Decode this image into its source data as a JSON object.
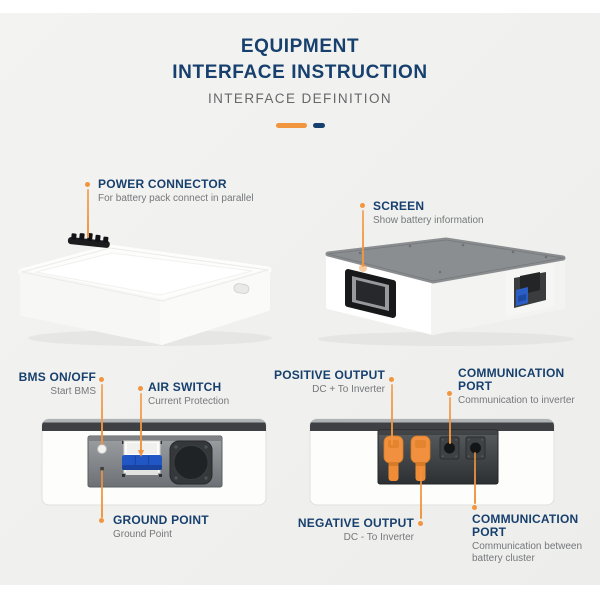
{
  "colors": {
    "navy": "#17406e",
    "orange": "#f2953f",
    "text_gray": "#75777b",
    "panel_bg": "#f0f0ee"
  },
  "header": {
    "title_line1": "EQUIPMENT",
    "title_line2": "INTERFACE INSTRUCTION",
    "subtitle": "INTERFACE DEFINITION"
  },
  "callouts": {
    "power_connector": {
      "label": "POWER CONNECTOR",
      "desc": "For battery pack connect in parallel"
    },
    "screen": {
      "label": "SCREEN",
      "desc": "Show battery information"
    },
    "bms": {
      "label": "BMS ON/OFF",
      "desc": "Start BMS"
    },
    "air_switch": {
      "label": "AIR SWITCH",
      "desc": "Current Protection"
    },
    "ground_point": {
      "label": "GROUND POINT",
      "desc": "Ground Point"
    },
    "positive_output": {
      "label": "POSITIVE OUTPUT",
      "desc": "DC + To Inverter"
    },
    "comm_port_inverter": {
      "label": "COMMUNICATION PORT",
      "desc": "Communication to inverter"
    },
    "negative_output": {
      "label": "NEGATIVE OUTPUT",
      "desc": "DC - To Inverter"
    },
    "comm_port_cluster": {
      "label": "COMMUNICATION PORT",
      "desc": "Communication between battery cluster"
    }
  }
}
